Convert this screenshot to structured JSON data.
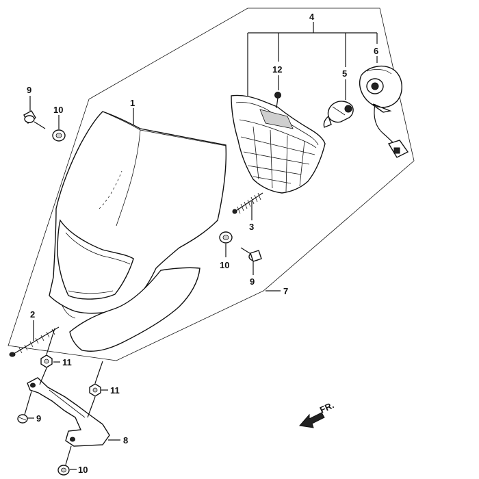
{
  "callouts": {
    "c1": "1",
    "c2": "2",
    "c3": "3",
    "c4": "4",
    "c5": "5",
    "c6": "6",
    "c7": "7",
    "c8": "8",
    "c9a": "9",
    "c9b": "9",
    "c9c": "9",
    "c10a": "10",
    "c10b": "10",
    "c10c": "10",
    "c11a": "11",
    "c11b": "11",
    "c12": "12"
  },
  "direction": {
    "label": "FR."
  }
}
